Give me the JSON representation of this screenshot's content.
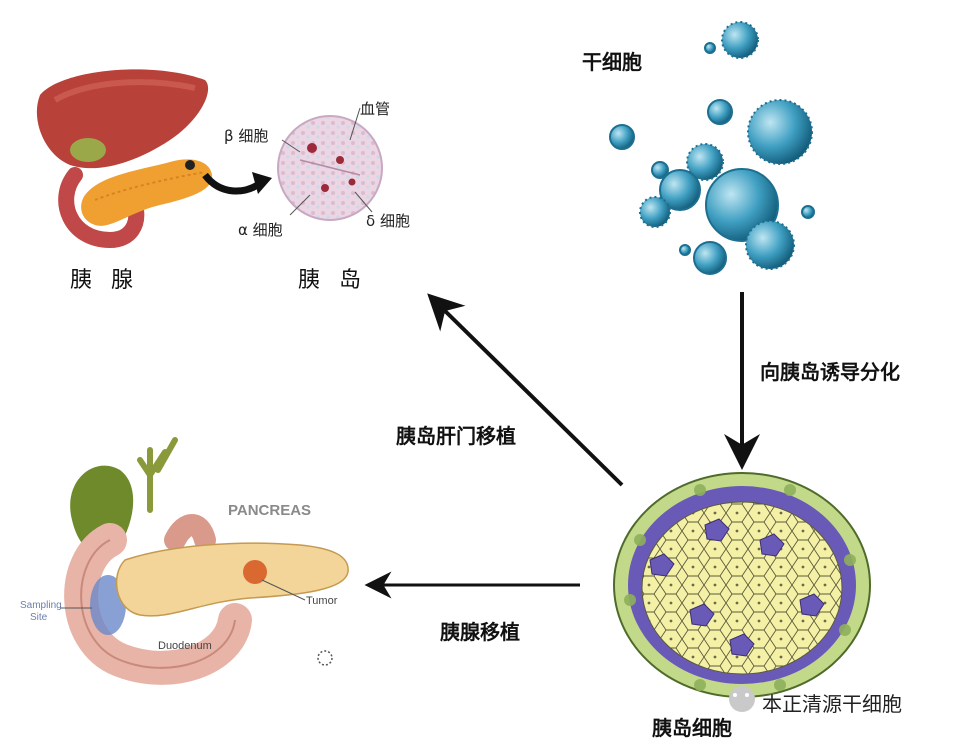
{
  "top_left_panel": {
    "pancreas_label": "胰 腺",
    "islet_label": "胰 岛",
    "beta_cell": "β 细胞",
    "alpha_cell": "α 细胞",
    "delta_cell": "δ 细胞",
    "blood_vessel": "血管"
  },
  "stem_cells": {
    "label": "干细胞"
  },
  "arrows": {
    "induce_label": "向胰岛诱导分化",
    "liver_transplant_label": "胰岛肝门移植",
    "pancreas_transplant_label": "胰腺移植"
  },
  "islet_cells": {
    "label": "胰岛细胞"
  },
  "pancreas_illustration": {
    "title": "PANCREAS",
    "tumor": "Tumor",
    "duodenum": "Duodenum",
    "sampling_site_line1": "Sampling",
    "sampling_site_line2": "Site"
  },
  "watermark": {
    "text": "本正清源干细胞"
  },
  "colors": {
    "arrow": "#111111",
    "pancreas_orange": "#f0a030",
    "liver_red": "#b8413a",
    "stem_cell_teal": "#2f8fb0",
    "islet_yellow": "#f3ee9a",
    "islet_purple": "#6a5ab8",
    "islet_green": "#7fa84a",
    "pancreas_title": "#8a8a8a"
  }
}
